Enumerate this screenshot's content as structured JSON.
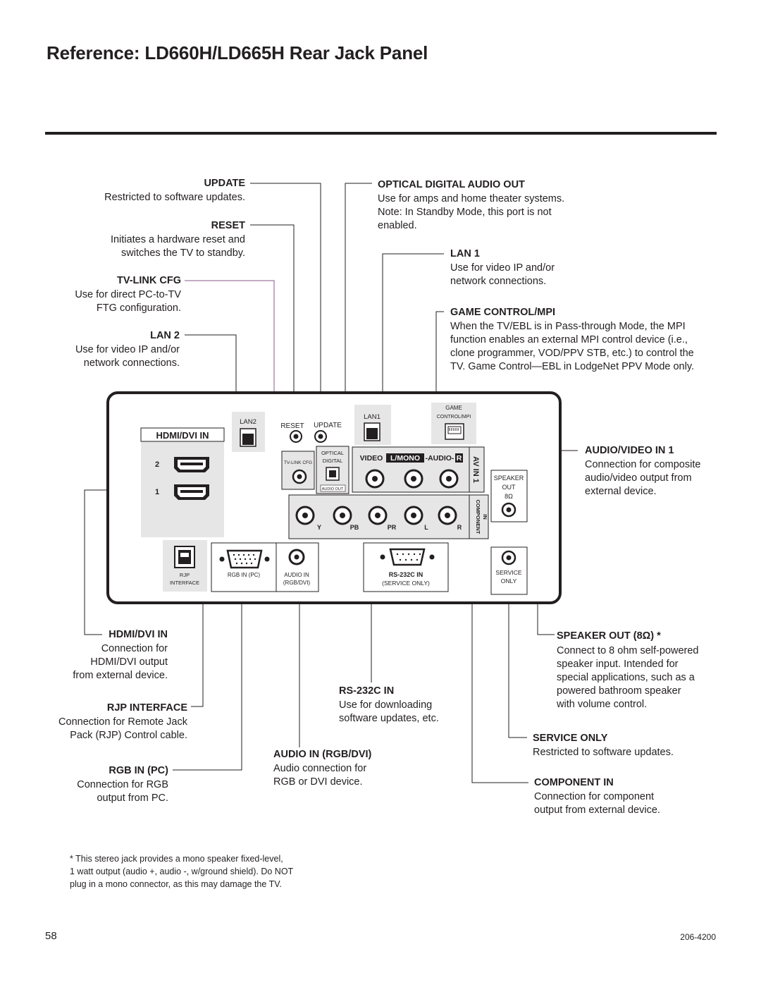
{
  "page": {
    "title": "Reference: LD660H/LD665H Rear Jack Panel",
    "page_number": "58",
    "doc_number": "206-4200",
    "footnote": {
      "line1": "* This stereo jack provides a mono speaker fixed-level,",
      "line2": "1 watt output (audio +, audio -, w/ground shield). Do NOT",
      "line3": "plug in a mono connector, as this may damage the TV."
    }
  },
  "callouts": {
    "update": {
      "label": "UPDATE",
      "desc": "Restricted to software updates."
    },
    "reset": {
      "label": "RESET",
      "desc": "Initiates a hardware reset and\nswitches the TV to standby."
    },
    "tvlink": {
      "label": "TV-LINK CFG",
      "desc": "Use for direct PC-to-TV\nFTG configuration."
    },
    "lan2": {
      "label": "LAN 2",
      "desc": "Use for video IP and/or\nnetwork connections."
    },
    "optical": {
      "label": "OPTICAL DIGITAL AUDIO OUT",
      "desc": "Use for amps and home theater systems.\nNote: In Standby Mode, this port is not\nenabled."
    },
    "lan1": {
      "label": "LAN 1",
      "desc": "Use for video IP and/or\nnetwork connections."
    },
    "game": {
      "label": "GAME CONTROL/MPI",
      "desc": "When the TV/EBL is in Pass-through Mode, the MPI\nfunction enables an external MPI control device (i.e.,\nclone programmer, VOD/PPV STB, etc.) to control the\nTV. Game Control—EBL in LodgeNet PPV Mode only."
    },
    "avin": {
      "label": "AUDIO/VIDEO IN 1",
      "desc": "Connection for composite\naudio/video output from\nexternal device."
    },
    "hdmi": {
      "label": "HDMI/DVI IN",
      "desc": "Connection for\nHDMI/DVI output\nfrom external device."
    },
    "rjp": {
      "label": "RJP INTERFACE",
      "desc": "Connection for Remote Jack\nPack (RJP) Control cable."
    },
    "rgb": {
      "label": "RGB IN (PC)",
      "desc": "Connection for RGB\noutput from PC."
    },
    "rs232": {
      "label": "RS-232C IN",
      "desc": "Use for downloading\nsoftware updates, etc."
    },
    "audioin": {
      "label": "AUDIO IN (RGB/DVI)",
      "desc": "Audio connection for\nRGB or DVI device."
    },
    "speaker": {
      "label": "SPEAKER OUT (8Ω) *",
      "desc": "Connect to 8 ohm self-powered\nspeaker input. Intended for\nspecial applications, such as a\npowered bathroom speaker\nwith volume control."
    },
    "service": {
      "label": "SERVICE ONLY",
      "desc": "Restricted to software updates."
    },
    "component": {
      "label": "COMPONENT IN",
      "desc": "Connection for component\noutput from external device."
    }
  },
  "panel": {
    "hdmi_title": "HDMI/DVI IN",
    "hdmi_port_2": "2",
    "hdmi_port_1": "1",
    "lan2": "LAN2",
    "reset": "RESET",
    "update": "UPDATE",
    "tvlink": "TV-LINK CFG",
    "optical_top": "OPTICAL",
    "optical_mid": "DIGITAL",
    "optical_bottom": "AUDIO OUT",
    "lan1": "LAN1",
    "game_line1": "GAME",
    "game_line2": "CONTROL/MPI",
    "video": "VIDEO",
    "lmono": "L/MONO",
    "audio_dash": "-AUDIO-",
    "audio_r": "R",
    "av_in_1": "AV IN 1",
    "component_vertical": "COMPONENT",
    "component_in_vertical": "IN",
    "comp_y": "Y",
    "comp_pb": "PB",
    "comp_pr": "PR",
    "comp_l": "L",
    "comp_r": "R",
    "speaker_line1": "SPEAKER",
    "speaker_line2": "OUT",
    "speaker_line3": "8Ω",
    "service_line1": "SERVICE",
    "service_line2": "ONLY",
    "rjp_line1": "RJP",
    "rjp_line2": "INTERFACE",
    "rgb_in_pc": "RGB IN (PC)",
    "audio_in_line1": "AUDIO IN",
    "audio_in_line2": "(RGB/DVI)",
    "rs232_line1": "RS-232C IN",
    "rs232_line2": "(SERVICE ONLY)"
  }
}
